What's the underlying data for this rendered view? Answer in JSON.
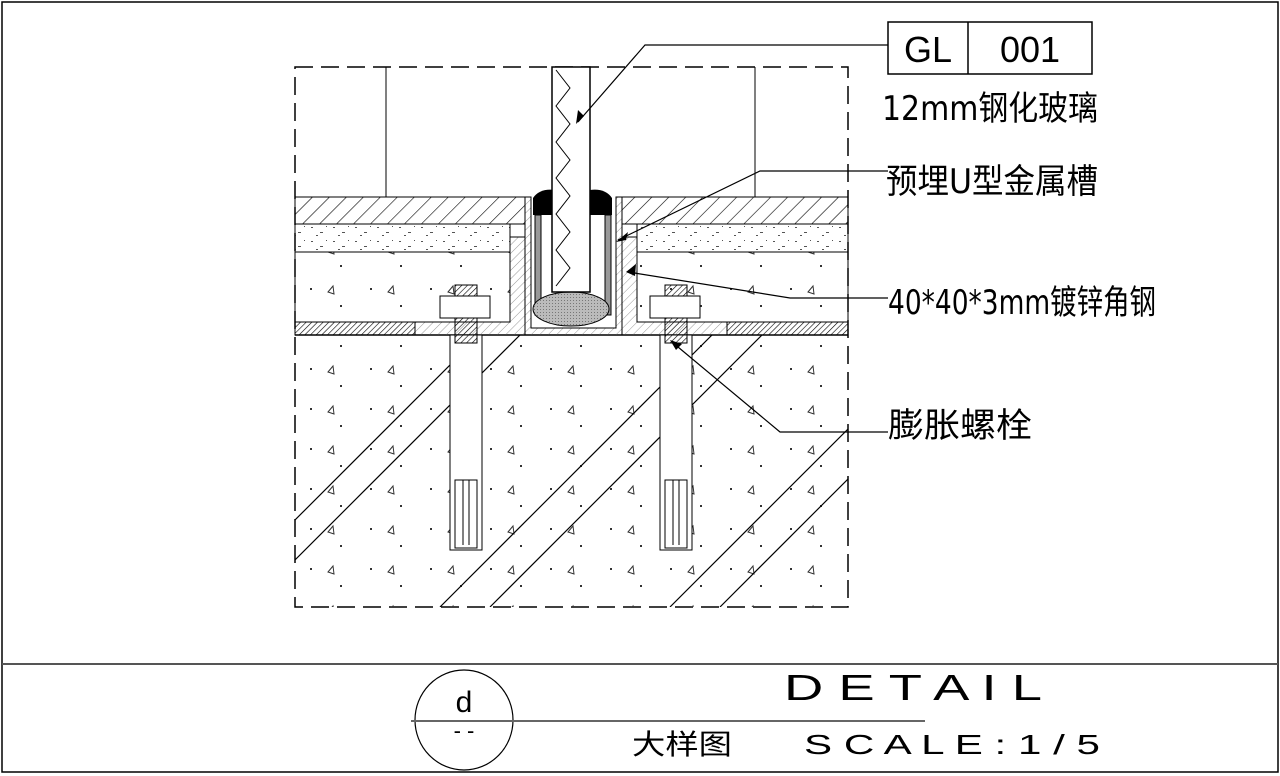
{
  "tag": {
    "code": "GL",
    "number": "001"
  },
  "labels": {
    "glass": "12mm钢化玻璃",
    "u_channel": "预埋U型金属槽",
    "angle_steel": "40*40*3mm镀锌角钢",
    "bolt": "膨胀螺栓"
  },
  "title_block": {
    "detail_letter": "d",
    "detail_sub": "- -",
    "title_en": "D E T A I L",
    "title_cn": "大样图",
    "scale": "S C A L E : 1 / 5"
  }
}
